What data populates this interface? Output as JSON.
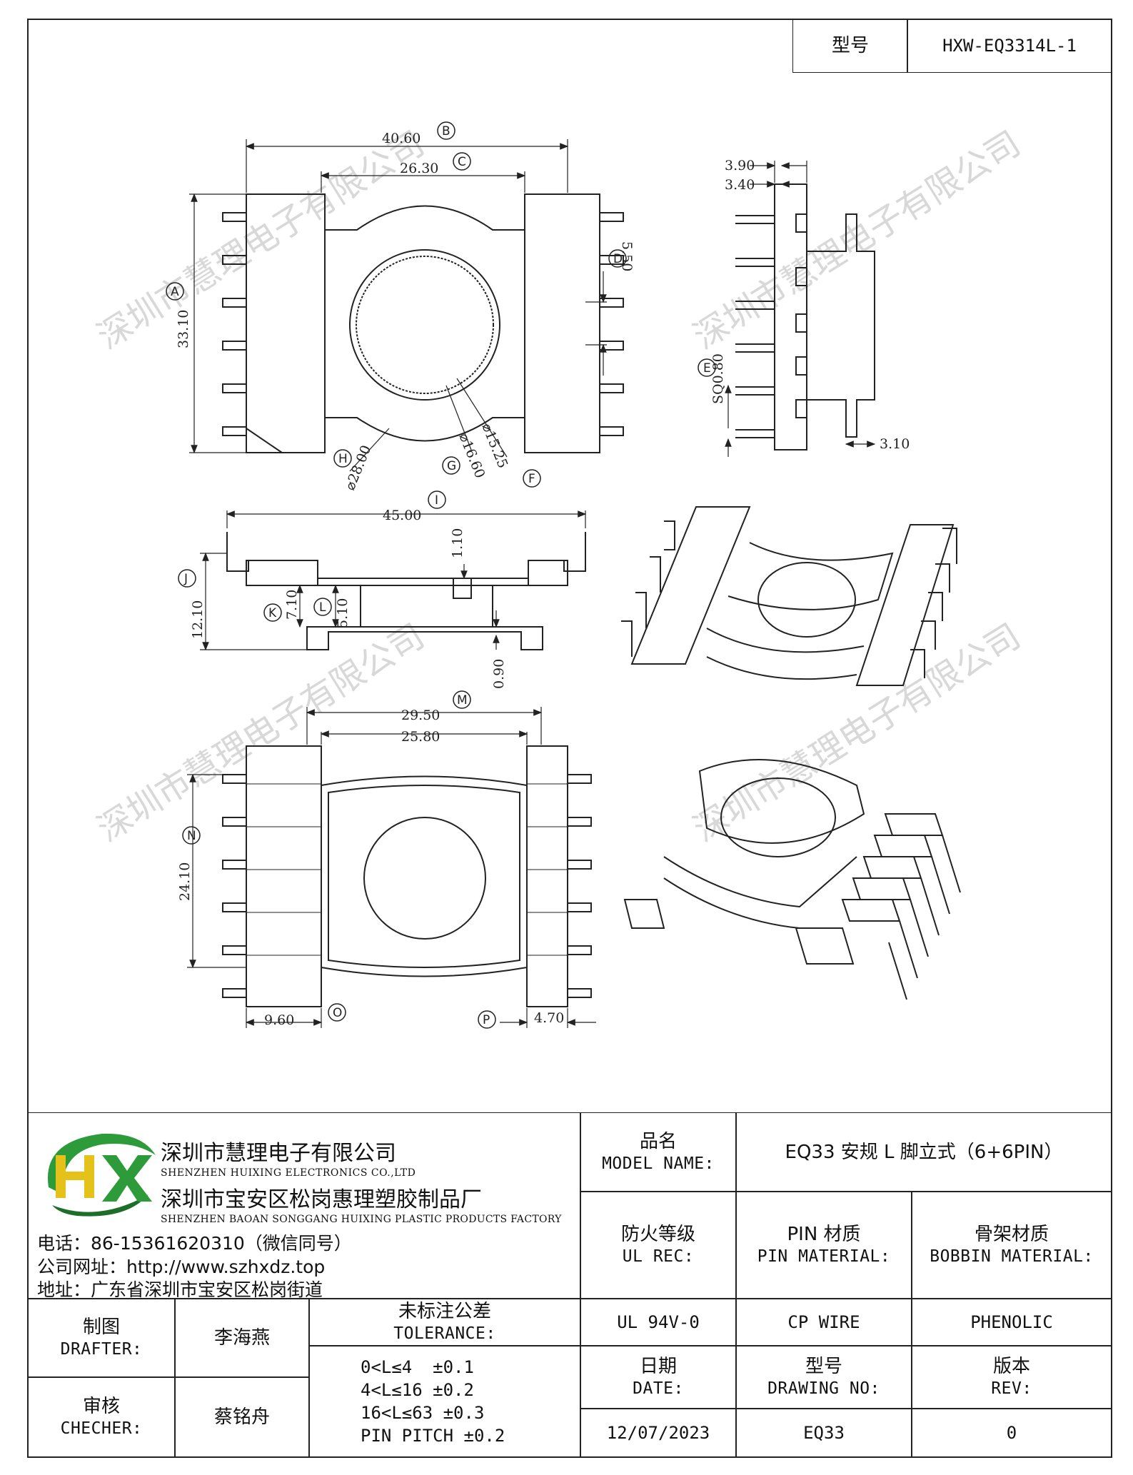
{
  "header": {
    "model_label": "型号",
    "model_value": "HXW-EQ3314L-1"
  },
  "drawing": {
    "dimensions": {
      "B": "40.60",
      "C": "26.30",
      "D": "5.50",
      "A": "33.10",
      "H": "⌀28.00",
      "G": "⌀16.60",
      "F": "⌀15.25",
      "top_r1": "3.90",
      "top_r2": "3.40",
      "E": "SQ0.80",
      "side_r": "3.10",
      "I": "45.00",
      "J": "12.10",
      "K": "7.10",
      "L": "5.10",
      "post": "1.10",
      "base": "0.90",
      "M": "29.50",
      "M2": "25.80",
      "N": "24.10",
      "O": "9.60",
      "P": "4.70"
    },
    "callouts": [
      "A",
      "B",
      "C",
      "D",
      "E",
      "F",
      "G",
      "H",
      "I",
      "J",
      "K",
      "L",
      "M",
      "N",
      "O",
      "P"
    ],
    "watermark": "深圳市慧理电子有限公司"
  },
  "company": {
    "name_cn": "深圳市慧理电子有限公司",
    "name_en": "SHENZHEN HUIXING ELECTRONICS CO.,LTD",
    "factory_cn": "深圳市宝安区松岗惠理塑胶制品厂",
    "factory_en": "SHENZHEN BAOAN SONGGANG HUIXING PLASTIC PRODUCTS FACTORY",
    "phone": "电话：86-15361620310（微信同号）",
    "website": "公司网址：http://www.szhxdz.top",
    "address": "地址：广东省深圳市宝安区松岗街道",
    "logo_text": "HX"
  },
  "colors": {
    "logo_green": "#2e9b3a",
    "logo_yellow": "#e5c21a",
    "logo_dark": "#1d6e2a"
  },
  "title_block": {
    "model_name_cn": "品名",
    "model_name_en": "MODEL NAME:",
    "model_name_value": "EQ33 安规 L 脚立式（6+6PIN）",
    "ul_cn": "防火等级",
    "ul_en": "UL REC:",
    "pin_cn": "PIN 材质",
    "pin_en": "PIN MATERIAL:",
    "bobbin_cn": "骨架材质",
    "bobbin_en": "BOBBIN MATERIAL:",
    "ul_value": "UL 94V-0",
    "pin_value": "CP WIRE",
    "bobbin_value": "PHENOLIC",
    "drafter_cn": "制图",
    "drafter_en": "DRAFTER:",
    "drafter_value": "李海燕",
    "checker_cn": "审核",
    "checker_en": "CHECHER:",
    "checker_value": "蔡铭舟",
    "tolerance_cn": "未标注公差",
    "tolerance_en": "TOLERANCE:",
    "tolerances": [
      "0<L≤4  ±0.1",
      "4<L≤16 ±0.2",
      "16<L≤63 ±0.3",
      "PIN PITCH ±0.2"
    ],
    "date_cn": "日期",
    "date_en": "DATE:",
    "drawing_no_cn": "型号",
    "drawing_no_en": "DRAWING NO:",
    "rev_cn": "版本",
    "rev_en": "REV:",
    "date_value": "12/07/2023",
    "drawing_no_value": "EQ33",
    "rev_value": "0"
  }
}
